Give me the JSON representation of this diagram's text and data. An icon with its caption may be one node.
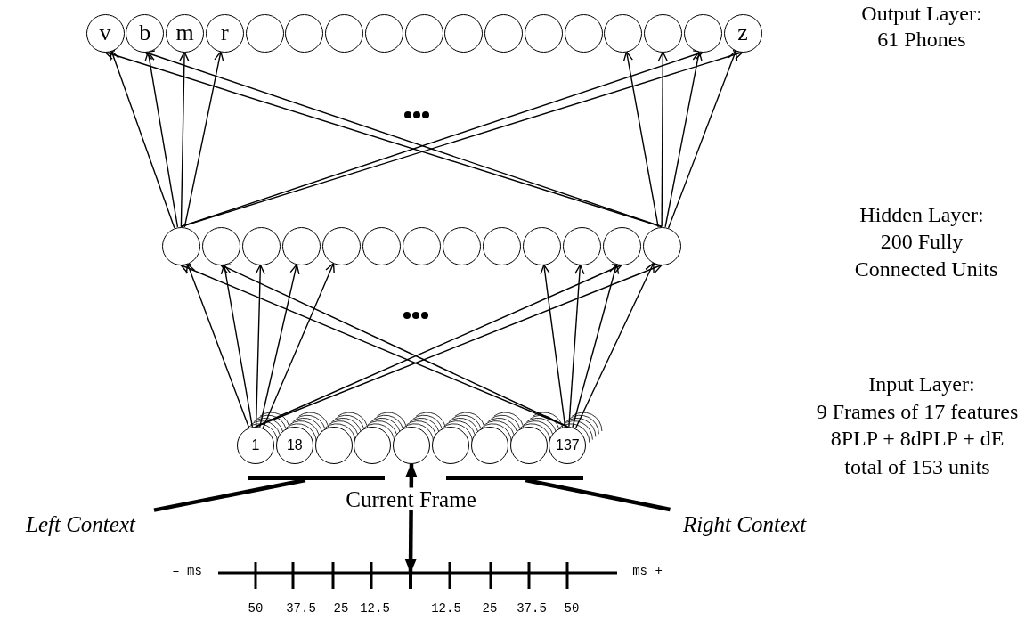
{
  "diagram": {
    "nodes": [
      {
        "text": [
          "v"
        ]
      },
      {
        "text": [
          "b"
        ]
      },
      {
        "text": [
          "m"
        ]
      },
      {
        "text": [
          "r"
        ]
      },
      {
        "text": [],
        "shape": "circle"
      },
      {
        "text": [],
        "shape": "circle"
      },
      {
        "text": [],
        "shape": "circle"
      },
      {
        "text": [],
        "shape": "circle"
      },
      {
        "text": [],
        "shape": "circle"
      },
      {
        "text": [],
        "shape": "circle"
      },
      {
        "text": [],
        "shape": "circle"
      },
      {
        "text": [],
        "shape": "circle"
      },
      {
        "text": [],
        "shape": "circle"
      },
      {
        "text": [],
        "shape": "circle"
      },
      {
        "text": [],
        "shape": "circle"
      },
      {
        "text": [],
        "shape": "circle"
      },
      {
        "text": [
          "z"
        ]
      },
      {
        "text": [],
        "shape": "circle"
      },
      {
        "text": [],
        "shape": "circle"
      },
      {
        "text": [],
        "shape": "circle"
      },
      {
        "text": [],
        "shape": "circle"
      },
      {
        "text": [],
        "shape": "circle"
      },
      {
        "text": [],
        "shape": "circle"
      },
      {
        "text": [],
        "shape": "circle"
      },
      {
        "text": [],
        "shape": "circle"
      },
      {
        "text": [],
        "shape": "circle"
      },
      {
        "text": [],
        "shape": "circle"
      },
      {
        "text": [],
        "shape": "circle"
      },
      {
        "text": [],
        "shape": "circle"
      },
      {
        "text": [],
        "shape": "circle"
      },
      {
        "text": [
          "1"
        ]
      },
      {
        "text": [
          "18"
        ]
      },
      {
        "text": [],
        "shape": "circle"
      },
      {
        "text": [],
        "shape": "circle"
      },
      {
        "text": [],
        "shape": "circle"
      },
      {
        "text": [],
        "shape": "circle"
      },
      {
        "text": [],
        "shape": "circle"
      },
      {
        "text": [],
        "shape": "circle"
      },
      {
        "text": [
          "137"
        ]
      },
      {
        "text": [],
        "shape": "bar"
      },
      {
        "text": [],
        "shape": "bar"
      },
      {
        "text": [
          "Left Context"
        ]
      },
      {
        "text": [
          "Right Context"
        ]
      }
    ],
    "edges": [
      {
        "from": 17,
        "to": 0,
        "arrow": "to"
      },
      {
        "from": 17,
        "to": 1,
        "arrow": "to"
      },
      {
        "from": 17,
        "to": 2,
        "arrow": "to"
      },
      {
        "from": 17,
        "to": 3,
        "arrow": "to"
      },
      {
        "from": 17,
        "to": 15,
        "arrow": "to"
      },
      {
        "from": 17,
        "to": 16,
        "arrow": "to"
      },
      {
        "from": 29,
        "to": 0,
        "arrow": "to"
      },
      {
        "from": 29,
        "to": 1,
        "arrow": "to"
      },
      {
        "from": 29,
        "to": 13,
        "arrow": "to"
      },
      {
        "from": 29,
        "to": 14,
        "arrow": "to"
      },
      {
        "from": 29,
        "to": 15,
        "arrow": "to"
      },
      {
        "from": 29,
        "to": 16,
        "arrow": "to"
      },
      {
        "from": 30,
        "to": 17,
        "arrow": "to"
      },
      {
        "from": 30,
        "to": 18,
        "arrow": "to"
      },
      {
        "from": 30,
        "to": 19,
        "arrow": "to"
      },
      {
        "from": 30,
        "to": 20,
        "arrow": "to"
      },
      {
        "from": 30,
        "to": 21,
        "arrow": "to"
      },
      {
        "from": 30,
        "to": 28,
        "arrow": "to"
      },
      {
        "from": 30,
        "to": 29,
        "arrow": "to"
      },
      {
        "from": 38,
        "to": 17,
        "arrow": "to"
      },
      {
        "from": 38,
        "to": 18,
        "arrow": "to"
      },
      {
        "from": 38,
        "to": 26,
        "arrow": "to"
      },
      {
        "from": 38,
        "to": 27,
        "arrow": "to"
      },
      {
        "from": 38,
        "to": 28,
        "arrow": "to"
      },
      {
        "from": 38,
        "to": 29,
        "arrow": "to"
      },
      {
        "from": 41,
        "to": 39,
        "arrow": "none",
        "style": "thick"
      },
      {
        "from": 42,
        "to": 40,
        "arrow": "none",
        "style": "thick"
      },
      {
        "from": 34,
        "to": null,
        "arrow": "both",
        "style": "thick",
        "label": "Current Frame"
      }
    ],
    "labels": [
      "Output Layer:",
      "61 Phones",
      "Hidden Layer:",
      "200 Fully",
      "Connected Units",
      "Input Layer:",
      "9 Frames of 17 features",
      "8PLP + 8dPLP + dE",
      "total of 153 units",
      "– ms",
      "ms +",
      "50",
      "37.5",
      "25",
      "12.5",
      "12.5",
      "25",
      "37.5",
      "50"
    ]
  }
}
